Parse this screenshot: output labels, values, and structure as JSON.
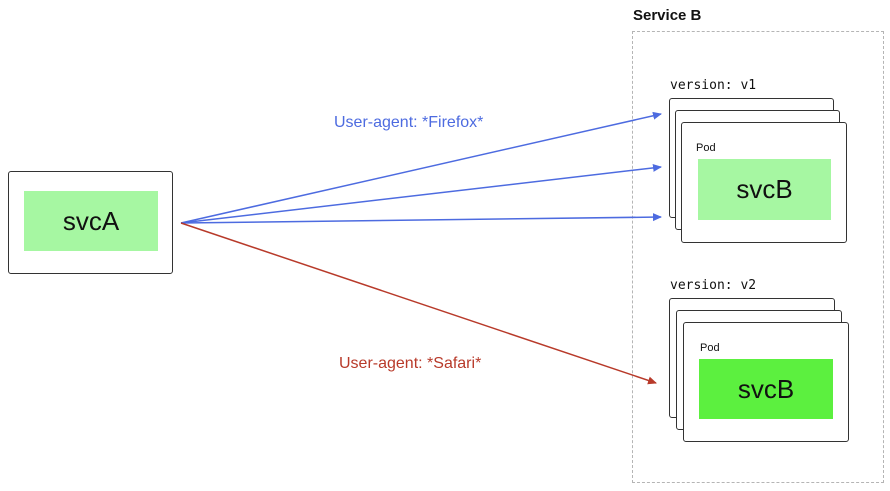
{
  "service_b": {
    "title": "Service B"
  },
  "svc_a": {
    "label": "svcA",
    "color": "#a6f7a2"
  },
  "v1": {
    "version_label": "version: v1",
    "pod_label": "Pod",
    "svc_label": "svcB",
    "color": "#a6f7a2"
  },
  "v2": {
    "version_label": "version: v2",
    "pod_label": "Pod",
    "svc_label": "svcB",
    "color": "#5cf03f"
  },
  "routes": {
    "firefox": {
      "label": "User-agent: *Firefox*",
      "color": "#4d6be0"
    },
    "safari": {
      "label": "User-agent: *Safari*",
      "color": "#b83a2a"
    }
  }
}
